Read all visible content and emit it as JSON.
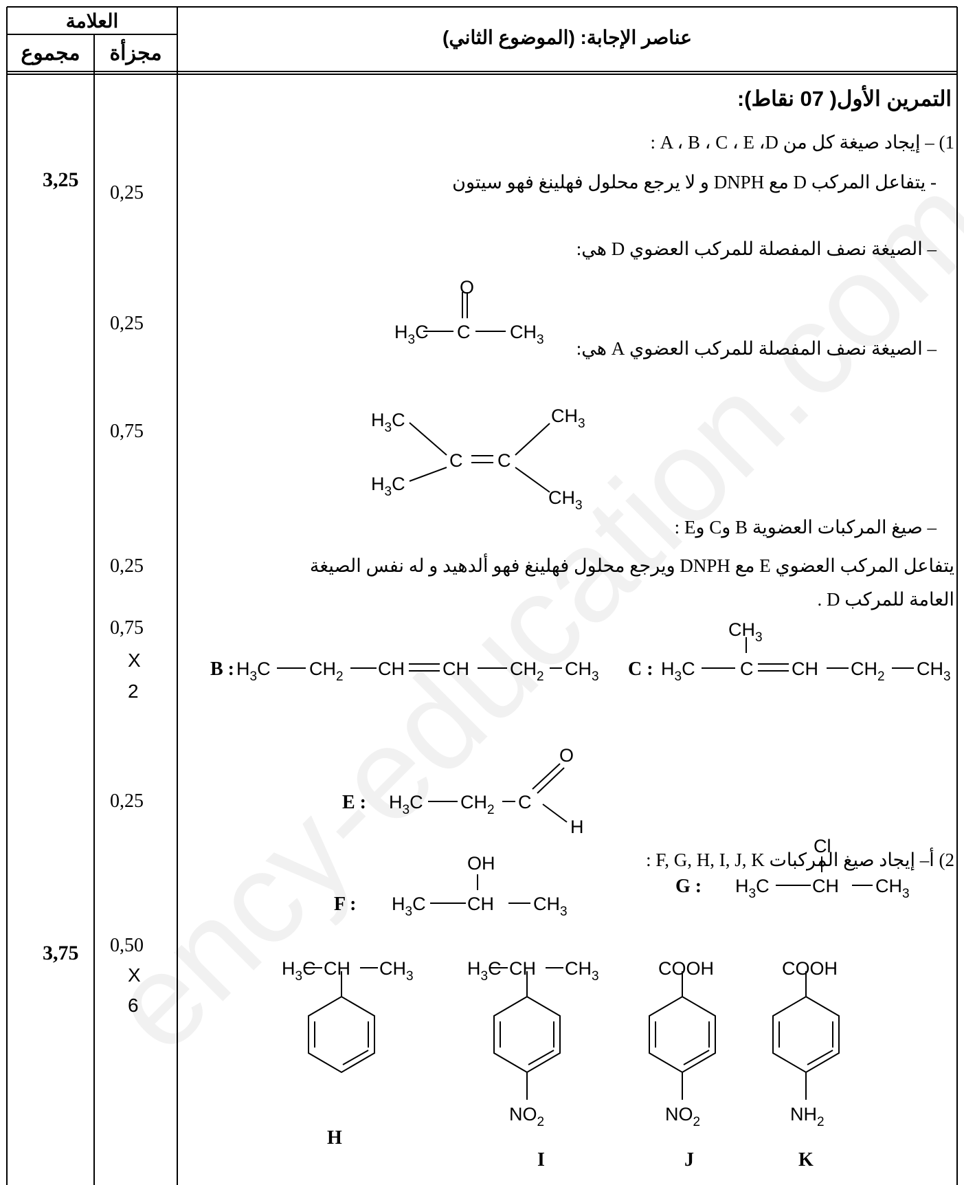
{
  "watermark": "ency-education.com",
  "header": {
    "grade_label": "العلامة",
    "total_label": "مجموع",
    "partial_label": "مجزأة",
    "title": "عناصر الإجابة: (الموضوع الثاني)"
  },
  "totals": {
    "t1": "3,25",
    "t2": "3,75"
  },
  "partials": {
    "p1": "0,25",
    "p2": "0,25",
    "p3": "0,75",
    "p4": "0,25",
    "p5": "0,75",
    "p5x": "X",
    "p5n": "2",
    "p6": "0,25",
    "p7": "0,50",
    "p7x": "X",
    "p7n": "6"
  },
  "content": {
    "exercise_title": "التمرين الأول( 07 نقاط):",
    "q1": "1) – إيجاد صيغة كل من A ، B ، C ، E ،D :",
    "line_d": "- يتفاعل المركب D مع DNPH و لا يرجع محلول فهلينغ فهو سيتون",
    "formula_d_intro": "– الصيغة نصف المفصلة للمركب العضوي D هي:",
    "formula_a_intro": "– الصيغة نصف المفصلة للمركب العضوي A هي:",
    "bce_intro": "– صيغ المركبات العضوية B وC وE :",
    "e_line1": "يتفاعل المركب العضوي E مع DNPH ويرجع محلول فهلينغ فهو ألدهيد و له نفس الصيغة",
    "e_line2": "العامة للمركب D .",
    "q2": "2) أ– إيجاد صيغ المركبات F, G, H, I, J, K :"
  },
  "labels": {
    "B": "B :",
    "C": "C :",
    "E": "E :",
    "F": "F :",
    "G": "G :",
    "H": "H",
    "I": "I",
    "J": "J",
    "K": "K"
  },
  "chem": {
    "O": "O",
    "C": "C",
    "H3C": "H3C",
    "CH3": "CH3",
    "CH2": "CH2",
    "CH": "CH",
    "H": "H",
    "OH": "OH",
    "Cl": "Cl",
    "COOH": "COOH",
    "NO2": "NO2",
    "NH2": "NH2"
  }
}
